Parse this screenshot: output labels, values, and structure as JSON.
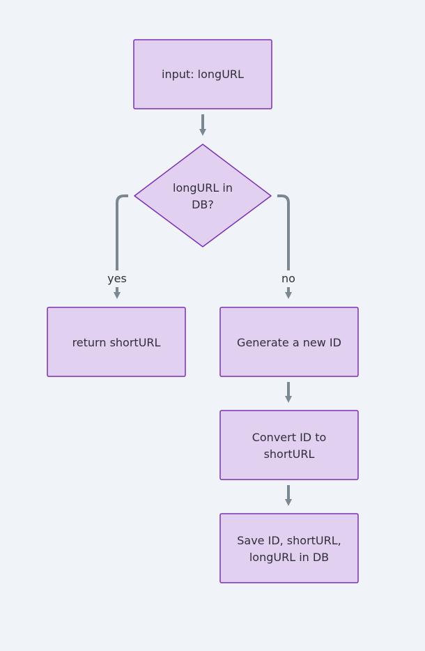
{
  "colors": {
    "background": "#f0f4f8",
    "node_fill": "#e2d0f1",
    "node_stroke": "#7b2fb5",
    "edge": "#7b8791",
    "text": "#2f2f3a"
  },
  "nodes": {
    "input": {
      "line1": "input: longURL"
    },
    "decision": {
      "line1": "longURL in",
      "line2": "DB?"
    },
    "return": {
      "line1": "return shortURL"
    },
    "generate": {
      "line1": "Generate a new ID"
    },
    "convert": {
      "line1": "Convert ID to",
      "line2": "shortURL"
    },
    "save": {
      "line1": "Save ID, shortURL,",
      "line2": "longURL in DB"
    }
  },
  "edges": {
    "yes_label": "yes",
    "no_label": "no"
  }
}
